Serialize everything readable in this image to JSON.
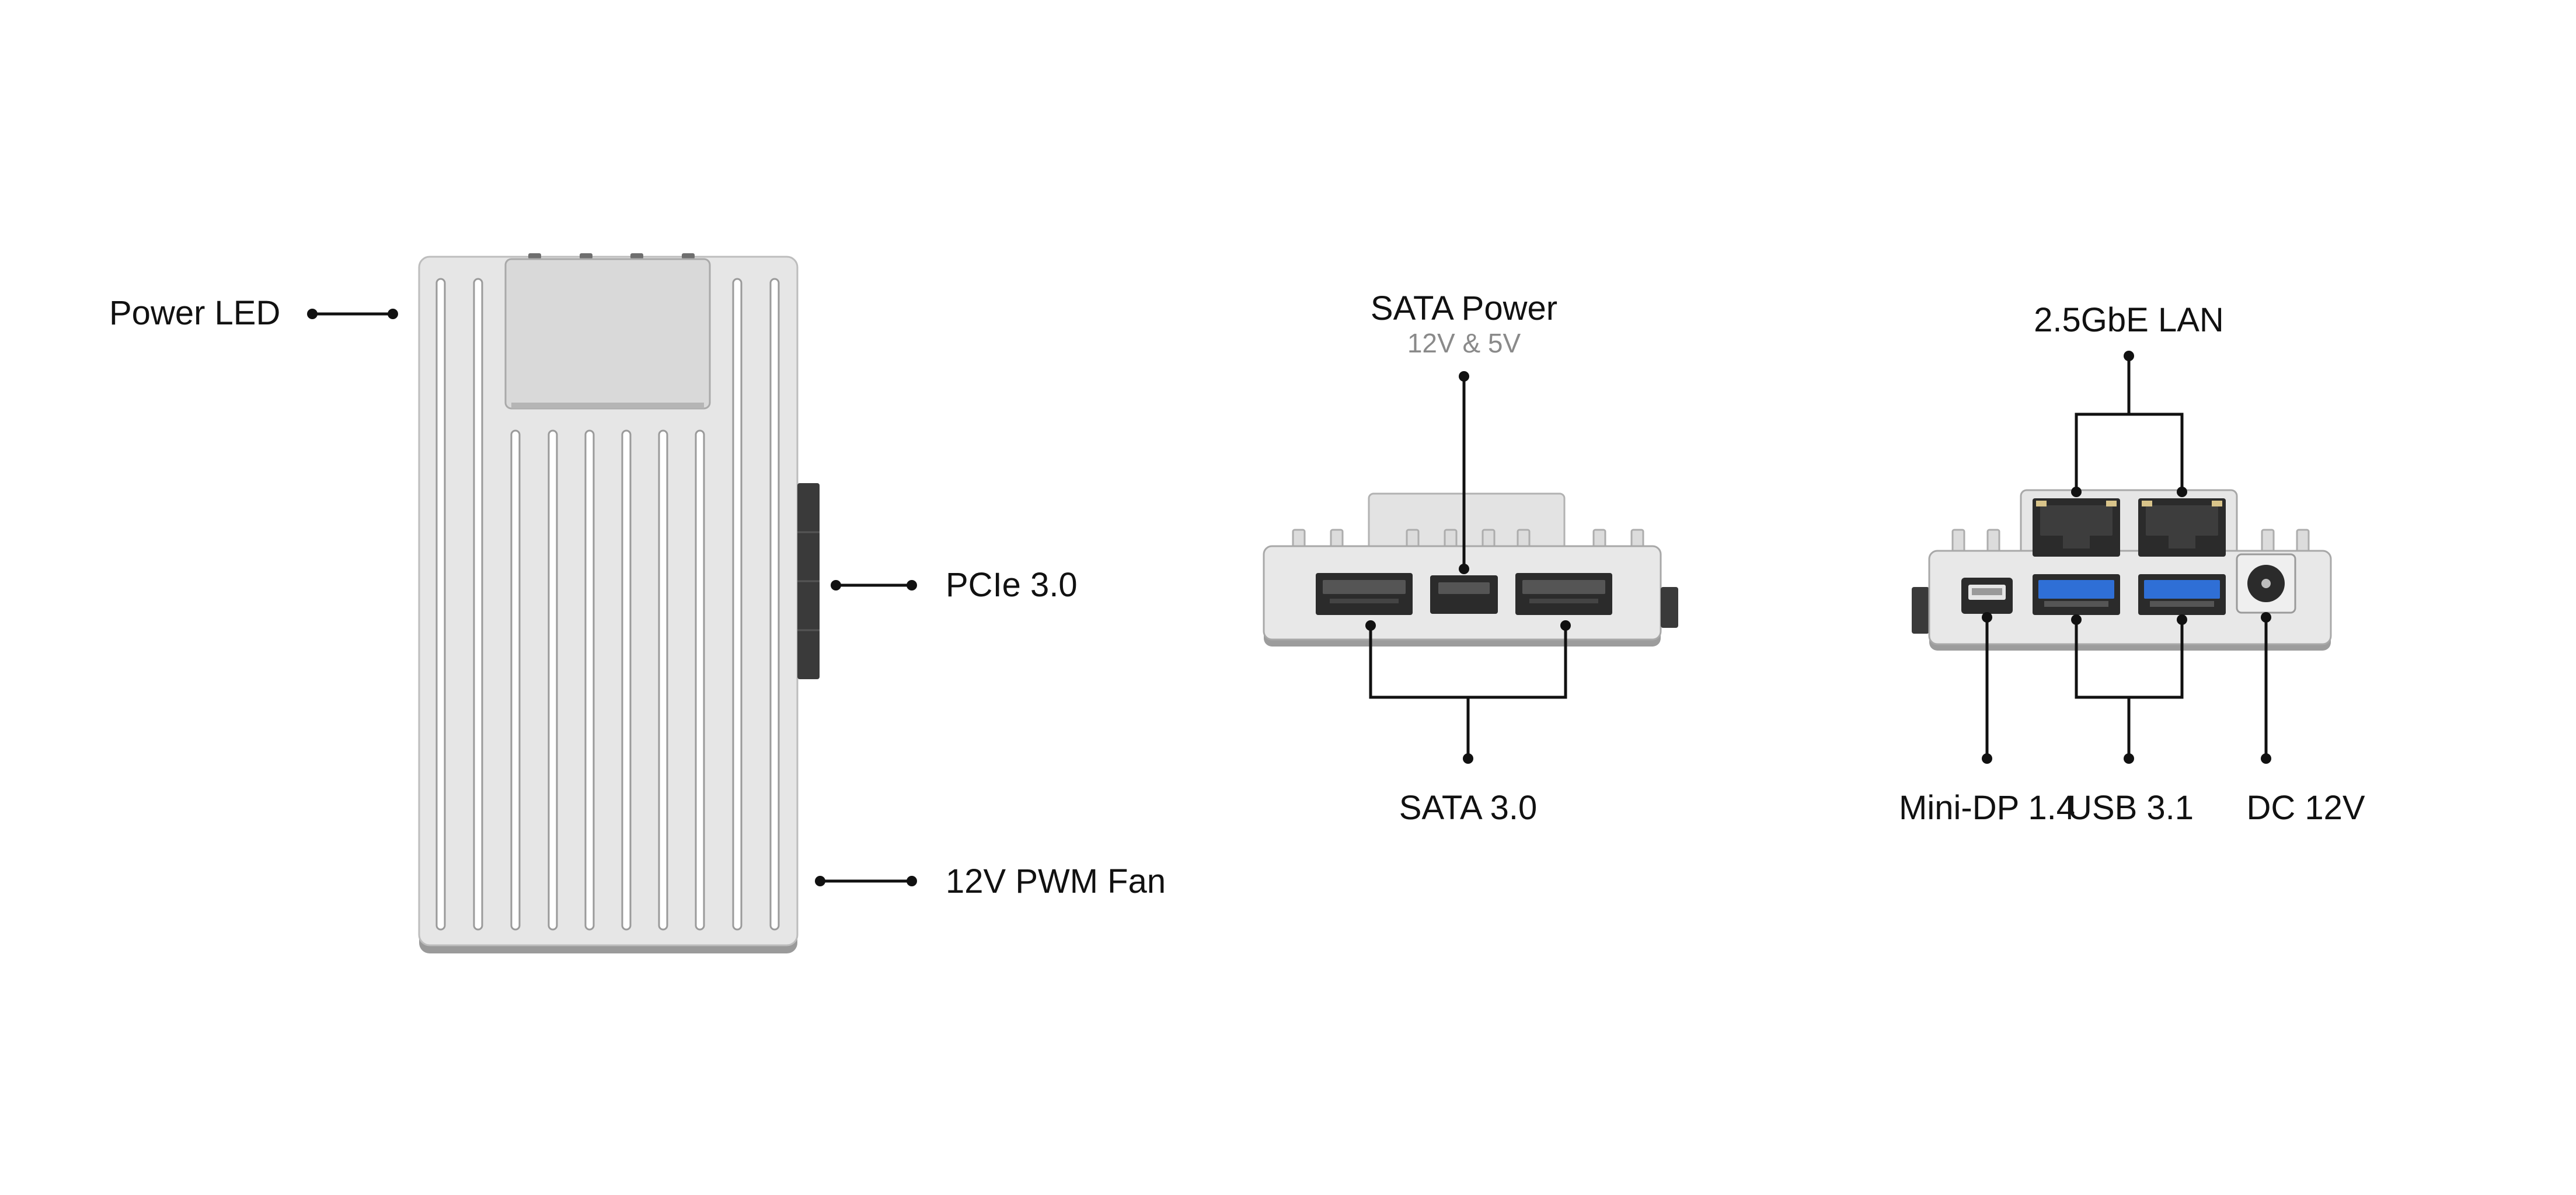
{
  "labels": {
    "power_led": "Power LED",
    "pcie": "PCIe 3.0",
    "fan": "12V PWM Fan",
    "sata_power": "SATA Power",
    "sata_power_sub": "12V & 5V",
    "sata": "SATA 3.0",
    "lan": "2.5GbE LAN",
    "minidp": "Mini-DP 1.4",
    "usb": "USB 3.1",
    "dc": "DC 12V"
  },
  "colors": {
    "case_fill": "#e4e4e4",
    "case_edge": "#8e8e8e",
    "port_dark": "#2b2b2b",
    "usb_blue": "#2f6fd6",
    "line": "#111111"
  }
}
